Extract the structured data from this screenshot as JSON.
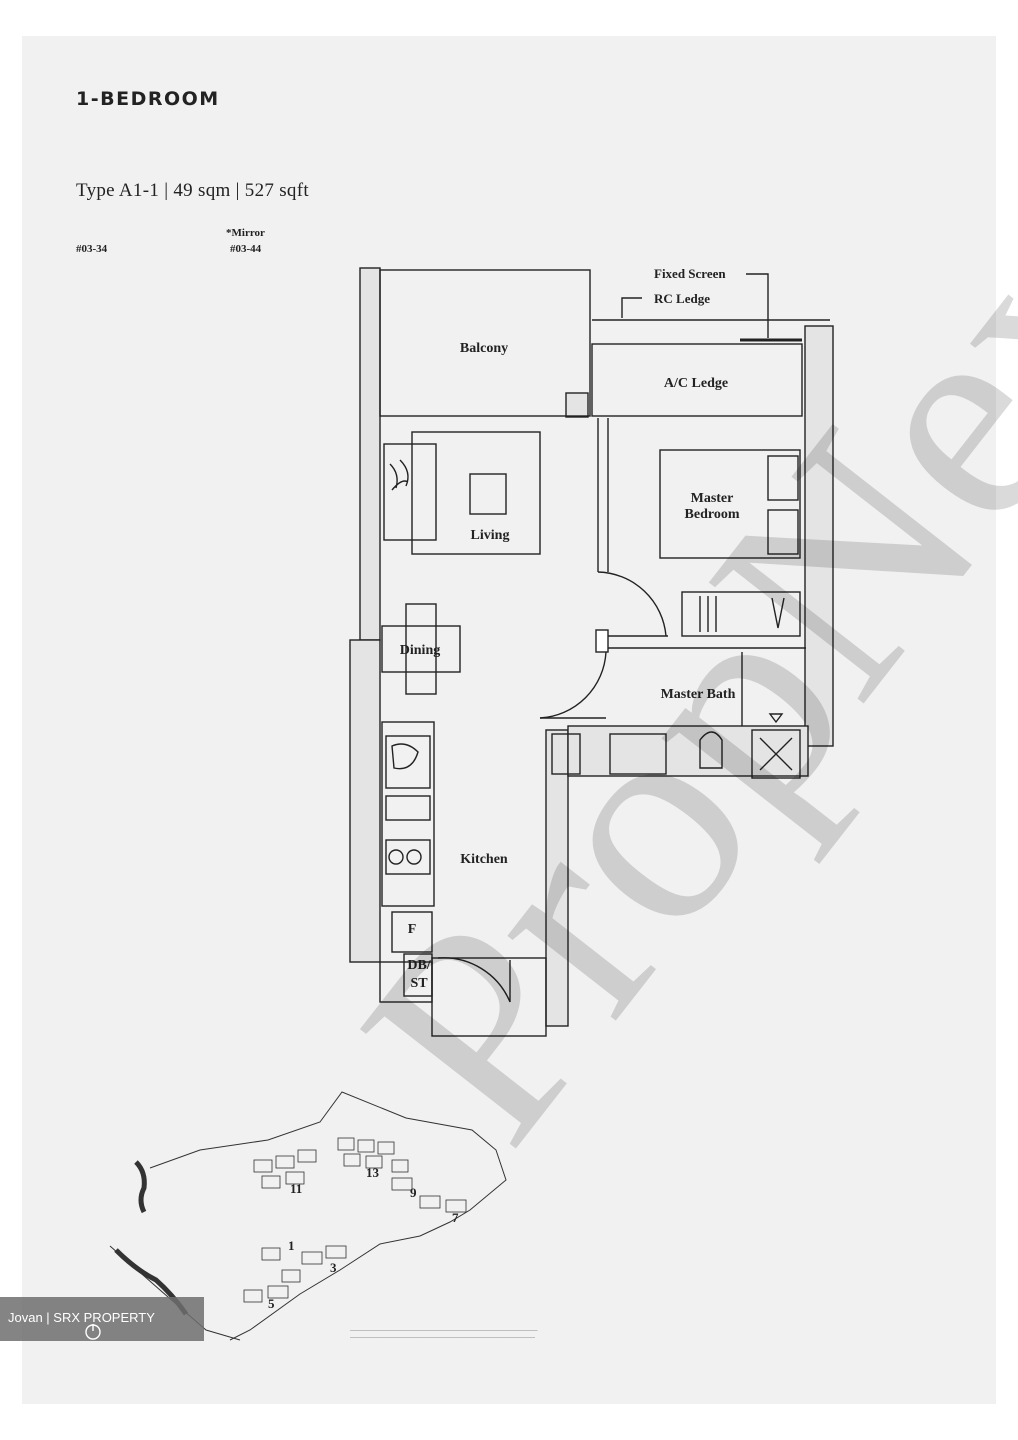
{
  "heading": "1-BEDROOM",
  "unit_type": "Type A1-1 | 49 sqm  |  527 sqft",
  "units": {
    "left": "#03-34",
    "mirror_label": "*Mirror",
    "right": "#03-44"
  },
  "annotations": {
    "fixed_screen": "Fixed Screen",
    "rc_ledge": "RC Ledge"
  },
  "rooms": {
    "balcony": "Balcony",
    "ac_ledge": "A/C Ledge",
    "living": "Living",
    "master_bedroom_line1": "Master",
    "master_bedroom_line2": "Bedroom",
    "dining": "Dining",
    "master_bath": "Master Bath",
    "kitchen": "Kitchen",
    "fridge": "F",
    "db_st_line1": "DB/",
    "db_st_line2": "ST"
  },
  "site_plan": {
    "block_labels": [
      "11",
      "13",
      "9",
      "7",
      "5",
      "3",
      "1"
    ]
  },
  "watermark": "PropNex",
  "agent_label": "Jovan | SRX PROPERTY",
  "colors": {
    "wall": "#e7e7e7",
    "line": "#222222",
    "agent_bar": "#6e6e6e"
  }
}
